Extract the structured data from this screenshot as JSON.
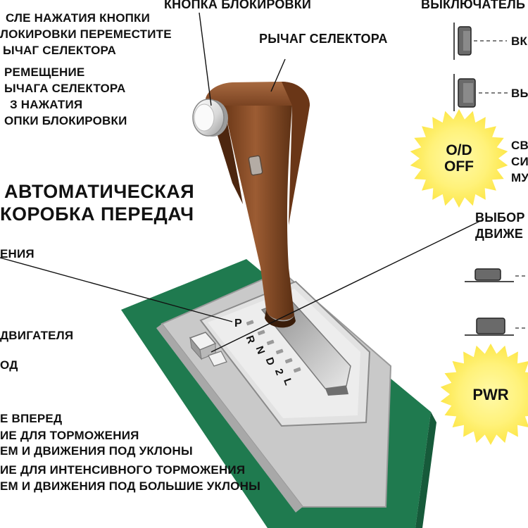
{
  "labels": {
    "lock_button": "КНОПКА БЛОКИРОВКИ",
    "switch_header": "ВЫКЛЮЧАТЕЛЬ",
    "selector_lever": "РЫЧАГ СЕЛЕКТОРА",
    "instruction_1": [
      "СЛЕ НАЖАТИЯ КНОПКИ",
      "ЛОКИРОВКИ ПЕРЕМЕСТИТЕ",
      "ЫЧАГ СЕЛЕКТОРА"
    ],
    "instruction_2": [
      "РЕМЕЩЕНИЕ",
      "ЫЧАГА СЕЛЕКТОРА",
      "З НАЖАТИЯ",
      "ОПКИ БЛОКИРОВКИ"
    ],
    "title": [
      "АВТОМАТИЧЕСКАЯ",
      "КОРОБКА ПЕРЕДАЧ"
    ],
    "mode_select": [
      "ВЫБОР",
      "ДВИЖЕ"
    ],
    "positions_partial": "ЕНИЯ",
    "engine_partial": "ДВИГАТЕЛЯ",
    "od_partial": "ОД",
    "bottom_lines": [
      "Е ВПЕРЕД",
      "ИЕ ДЛЯ ТОРМОЖЕНИЯ",
      "ЕМ И ДВИЖЕНИЯ ПОД УКЛОНЫ",
      "ИЕ ДЛЯ ИНТЕНСИВНОГО ТОРМОЖЕНИЯ",
      "ЕМ И ДВИЖЕНИЯ ПОД БОЛЬШИЕ УКЛОНЫ"
    ],
    "switch_on_partial": "ВК",
    "switch_off_partial": "ВЫ",
    "od_desc_partial": [
      "СВ",
      "СИ",
      "МУ"
    ]
  },
  "badges": {
    "od_off": [
      "O/D",
      "OFF"
    ],
    "pwr": "PWR"
  },
  "gate_positions": [
    "P",
    "R",
    "N",
    "D",
    "2",
    "L"
  ],
  "colors": {
    "lever_brown": "#8a4f2a",
    "lever_dark": "#5e3115",
    "base_green": "#1f7a4f",
    "badge_yellow": "#fff27a",
    "plate_gray": "#c9c9c9"
  }
}
